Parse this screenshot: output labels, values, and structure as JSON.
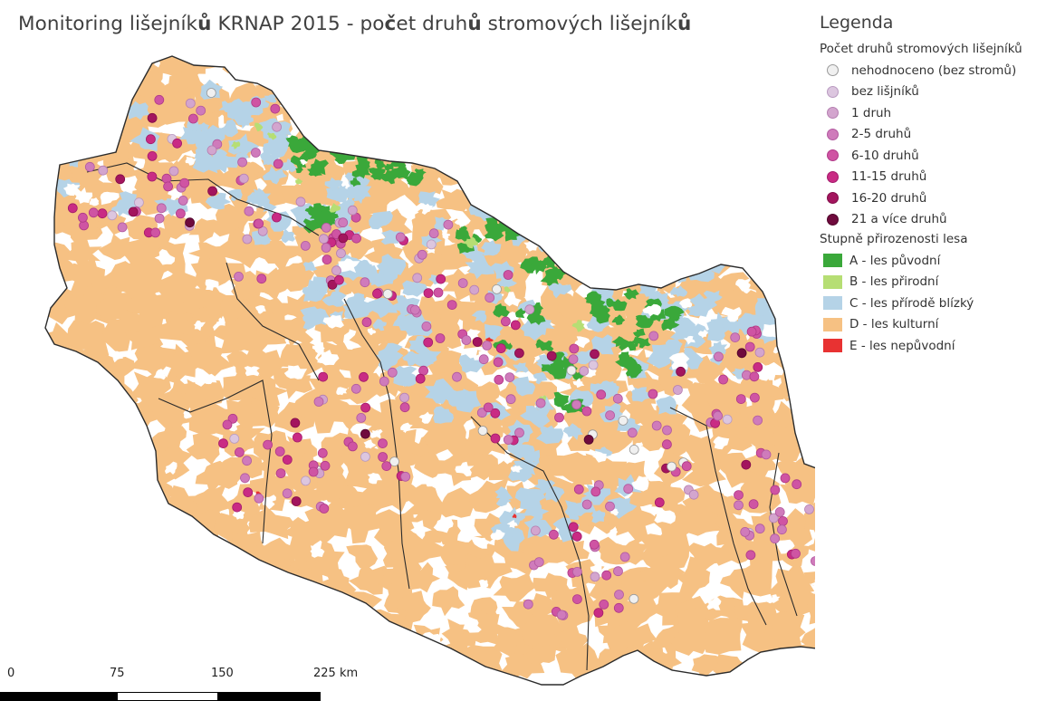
{
  "title": {
    "parts": [
      {
        "text": "Monitoring lišejník",
        "bold": false
      },
      {
        "text": "ů",
        "bold": true
      },
      {
        "text": " KRNAP 2015 - po",
        "bold": false
      },
      {
        "text": "č",
        "bold": true
      },
      {
        "text": "et druh",
        "bold": false
      },
      {
        "text": "ů",
        "bold": true
      },
      {
        "text": " stromových lišejník",
        "bold": false
      },
      {
        "text": "ů",
        "bold": true
      }
    ]
  },
  "legend": {
    "title": "Legenda",
    "points_group": {
      "title": "Počet druhů stromových lišejníků",
      "items": [
        {
          "label": "nehodnoceno (bez stromů)",
          "color": "#f0f0f0",
          "border": "#9a9a9a"
        },
        {
          "label": "bez lišjníků",
          "color": "#dcc6df",
          "border": "#b99ac0"
        },
        {
          "label": "1 druh",
          "color": "#d3a5ce",
          "border": "#b57fb1"
        },
        {
          "label": "2-5 druhů",
          "color": "#cf7bbb",
          "border": "#b25aa0"
        },
        {
          "label": "6-10 druhů",
          "color": "#cf54a3",
          "border": "#b03a88"
        },
        {
          "label": "11-15 druhů",
          "color": "#c92b84",
          "border": "#a31a6a"
        },
        {
          "label": "16-20 druhů",
          "color": "#a3155e",
          "border": "#820c48"
        },
        {
          "label": "21 a více druhů",
          "color": "#6f0a3d",
          "border": "#4f052a"
        }
      ]
    },
    "forest_group": {
      "title": "Stupně přirozenosti lesa",
      "items": [
        {
          "label": "A - les původní",
          "color": "#3aa83a"
        },
        {
          "label": "B - les přirodní",
          "color": "#b6de74"
        },
        {
          "label": "C - les přírodě blízký",
          "color": "#b5d3e7"
        },
        {
          "label": "D - les kulturní",
          "color": "#f6c183"
        },
        {
          "label": "E - les nepůvodní",
          "color": "#e83232"
        }
      ]
    }
  },
  "scalebar": {
    "labels": [
      "0",
      "75",
      "150",
      "225 km"
    ],
    "colors": [
      "#000000",
      "#ffffff",
      "#000000"
    ]
  },
  "colors": {
    "boundary": "#2b2b2b",
    "forest_d": "#f6c183",
    "forest_c": "#b5d3e7",
    "forest_a": "#3aa83a",
    "forest_b": "#b6de74",
    "forest_e": "#e83232"
  }
}
